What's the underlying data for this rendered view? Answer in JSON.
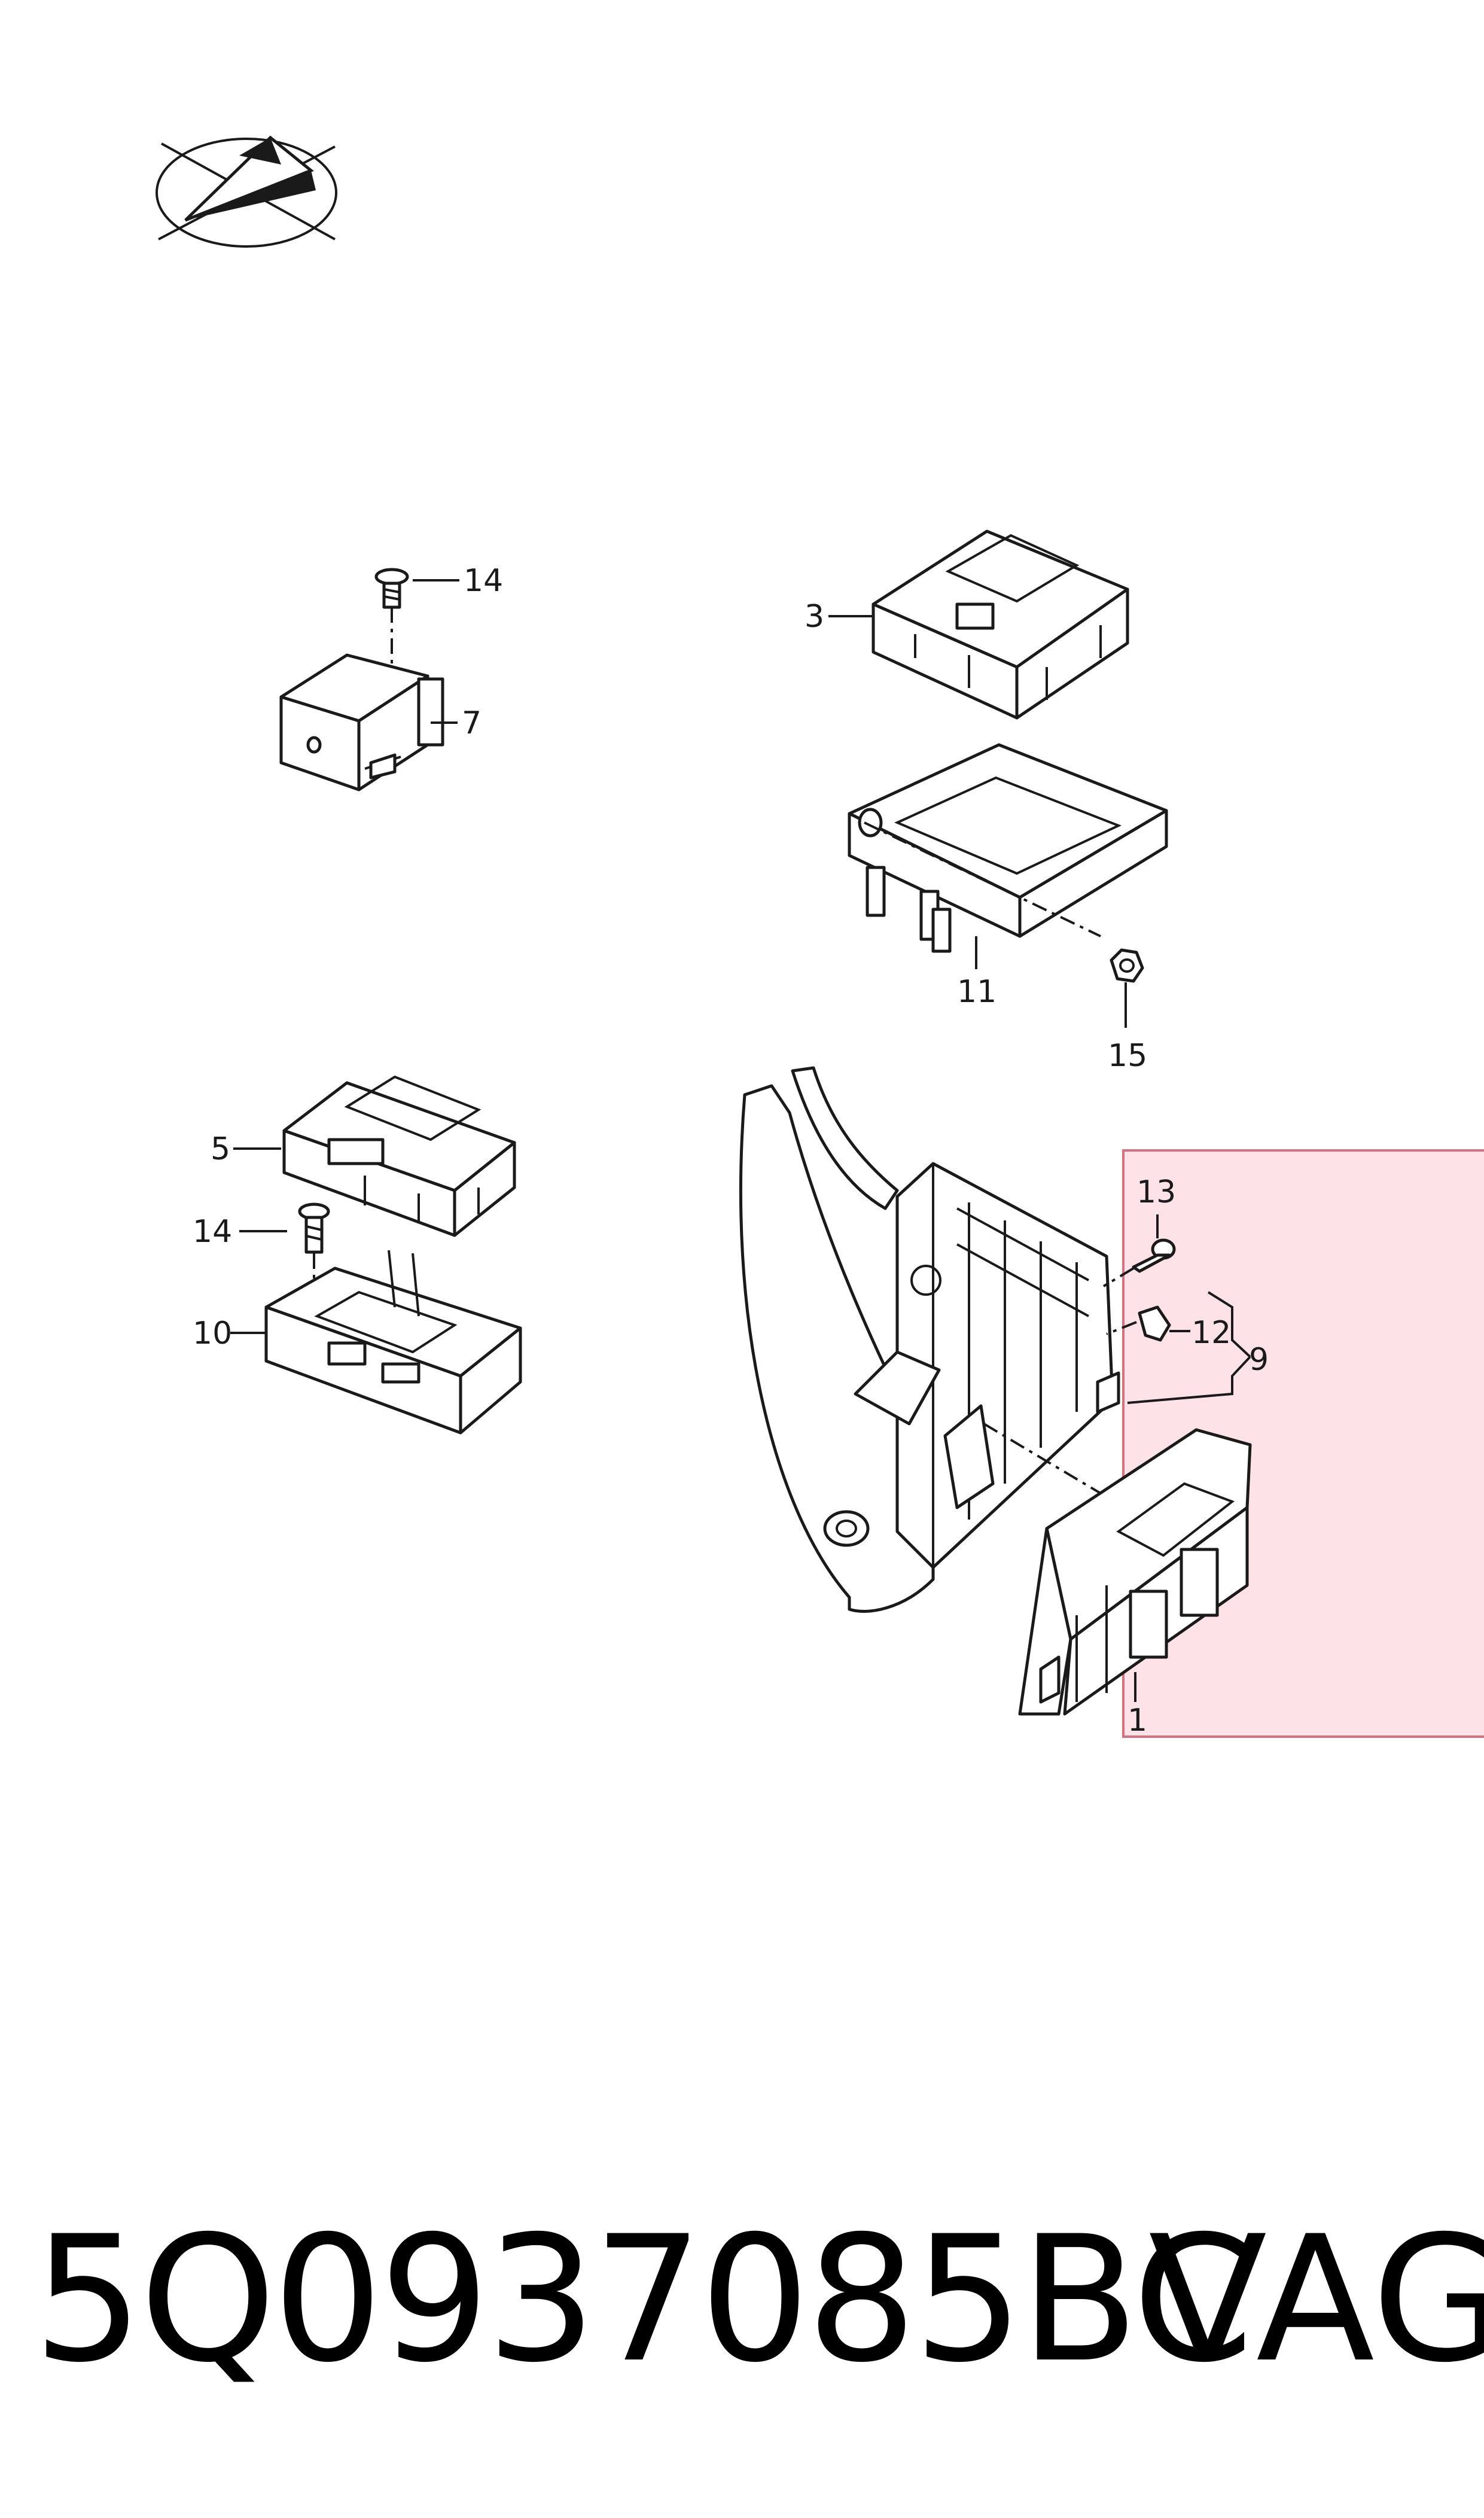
{
  "diagram": {
    "callouts": {
      "c1": "1",
      "c3": "3",
      "c5": "5",
      "c7": "7",
      "c9": "9",
      "c10": "10",
      "c11": "11",
      "c12": "12",
      "c13": "13",
      "c14a": "14",
      "c14b": "14",
      "c15": "15"
    },
    "highlight_color": "#fde3e7",
    "highlight_border": "#d9707f"
  },
  "footer": {
    "part_number": "5Q0937085BC",
    "brand": "VAG"
  }
}
